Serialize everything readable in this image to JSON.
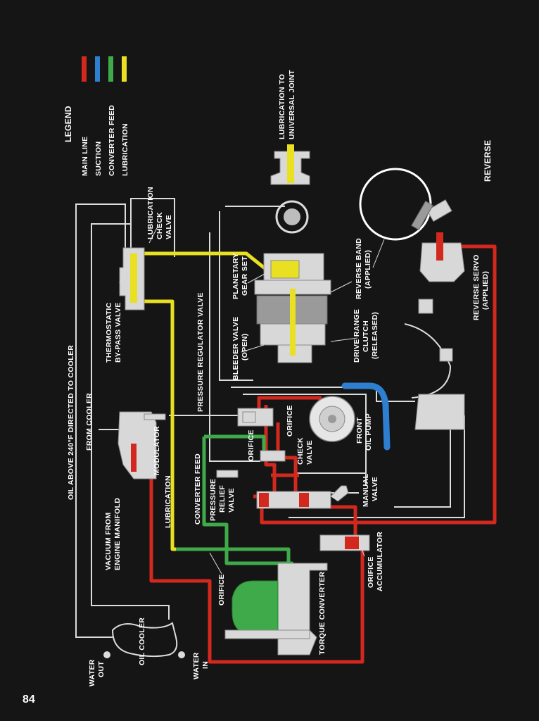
{
  "legend": {
    "title": "LEGEND",
    "items": [
      {
        "label": "MAIN LINE",
        "color": "#d3281e"
      },
      {
        "label": "SUCTION",
        "color": "#2e7fd0"
      },
      {
        "label": "CONVERTER FEED",
        "color": "#3faa4a"
      },
      {
        "label": "LUBRICATION",
        "color": "#e8e020"
      }
    ]
  },
  "mode_title": "REVERSE",
  "page_number": "84",
  "labels": {
    "lubrication_to_ujoint_1": "LUBRICATION TO",
    "lubrication_to_ujoint_2": "UNIVERSAL JOINT",
    "oil_above": "OIL ABOVE 240°F DIRECTED TO COOLER",
    "from_cooler": "FROM COOLER",
    "vacuum_1": "VACUUM FROM",
    "vacuum_2": "ENGINE MANIFOLD",
    "lubrication": "LUBRICATION",
    "thermo_1": "THERMOSTATIC",
    "thermo_2": "BY-PASS VALVE",
    "lube_check_1": "LUBRICATION",
    "lube_check_2": "CHECK",
    "lube_check_3": "VALVE",
    "pressure_reg": "PRESSURE REGULATOR VALVE",
    "bleeder_1": "BLEEDER VALVE",
    "bleeder_2": "(OPEN)",
    "planetary_1": "PLANETARY",
    "planetary_2": "GEAR SET",
    "reverse_band_1": "REVERSE BAND",
    "reverse_band_2": "(APPLIED)",
    "drive_clutch_1": "DRIVE RANGE",
    "drive_clutch_2": "CLUTCH",
    "drive_clutch_3": "(RELEASED)",
    "reverse_servo_1": "REVERSE SERVO",
    "reverse_servo_2": "(APPLIED)",
    "modulator": "MODULATOR",
    "orifice_a": "ORIFICE",
    "orifice_b": "ORIFICE",
    "front_pump_1": "FRONT",
    "front_pump_2": "OIL PUMP",
    "check_valve_1": "CHECK",
    "check_valve_2": "VALVE",
    "converter_feed": "CONVERTER FEED",
    "pressure_relief_1": "PRESSURE",
    "pressure_relief_2": "RELIEF",
    "pressure_relief_3": "VALVE",
    "manual_1": "MANUAL",
    "manual_2": "VALVE",
    "orifice_c": "ORIFICE",
    "orifice_acc_1": "ORIFICE",
    "orifice_acc_2": "ACCUMULATOR",
    "torque_converter": "TORQUE CONVERTER",
    "oil_cooler": "OIL COOLER",
    "water_out_1": "WATER",
    "water_out_2": "OUT",
    "water_in_1": "WATER",
    "water_in_2": "IN"
  }
}
